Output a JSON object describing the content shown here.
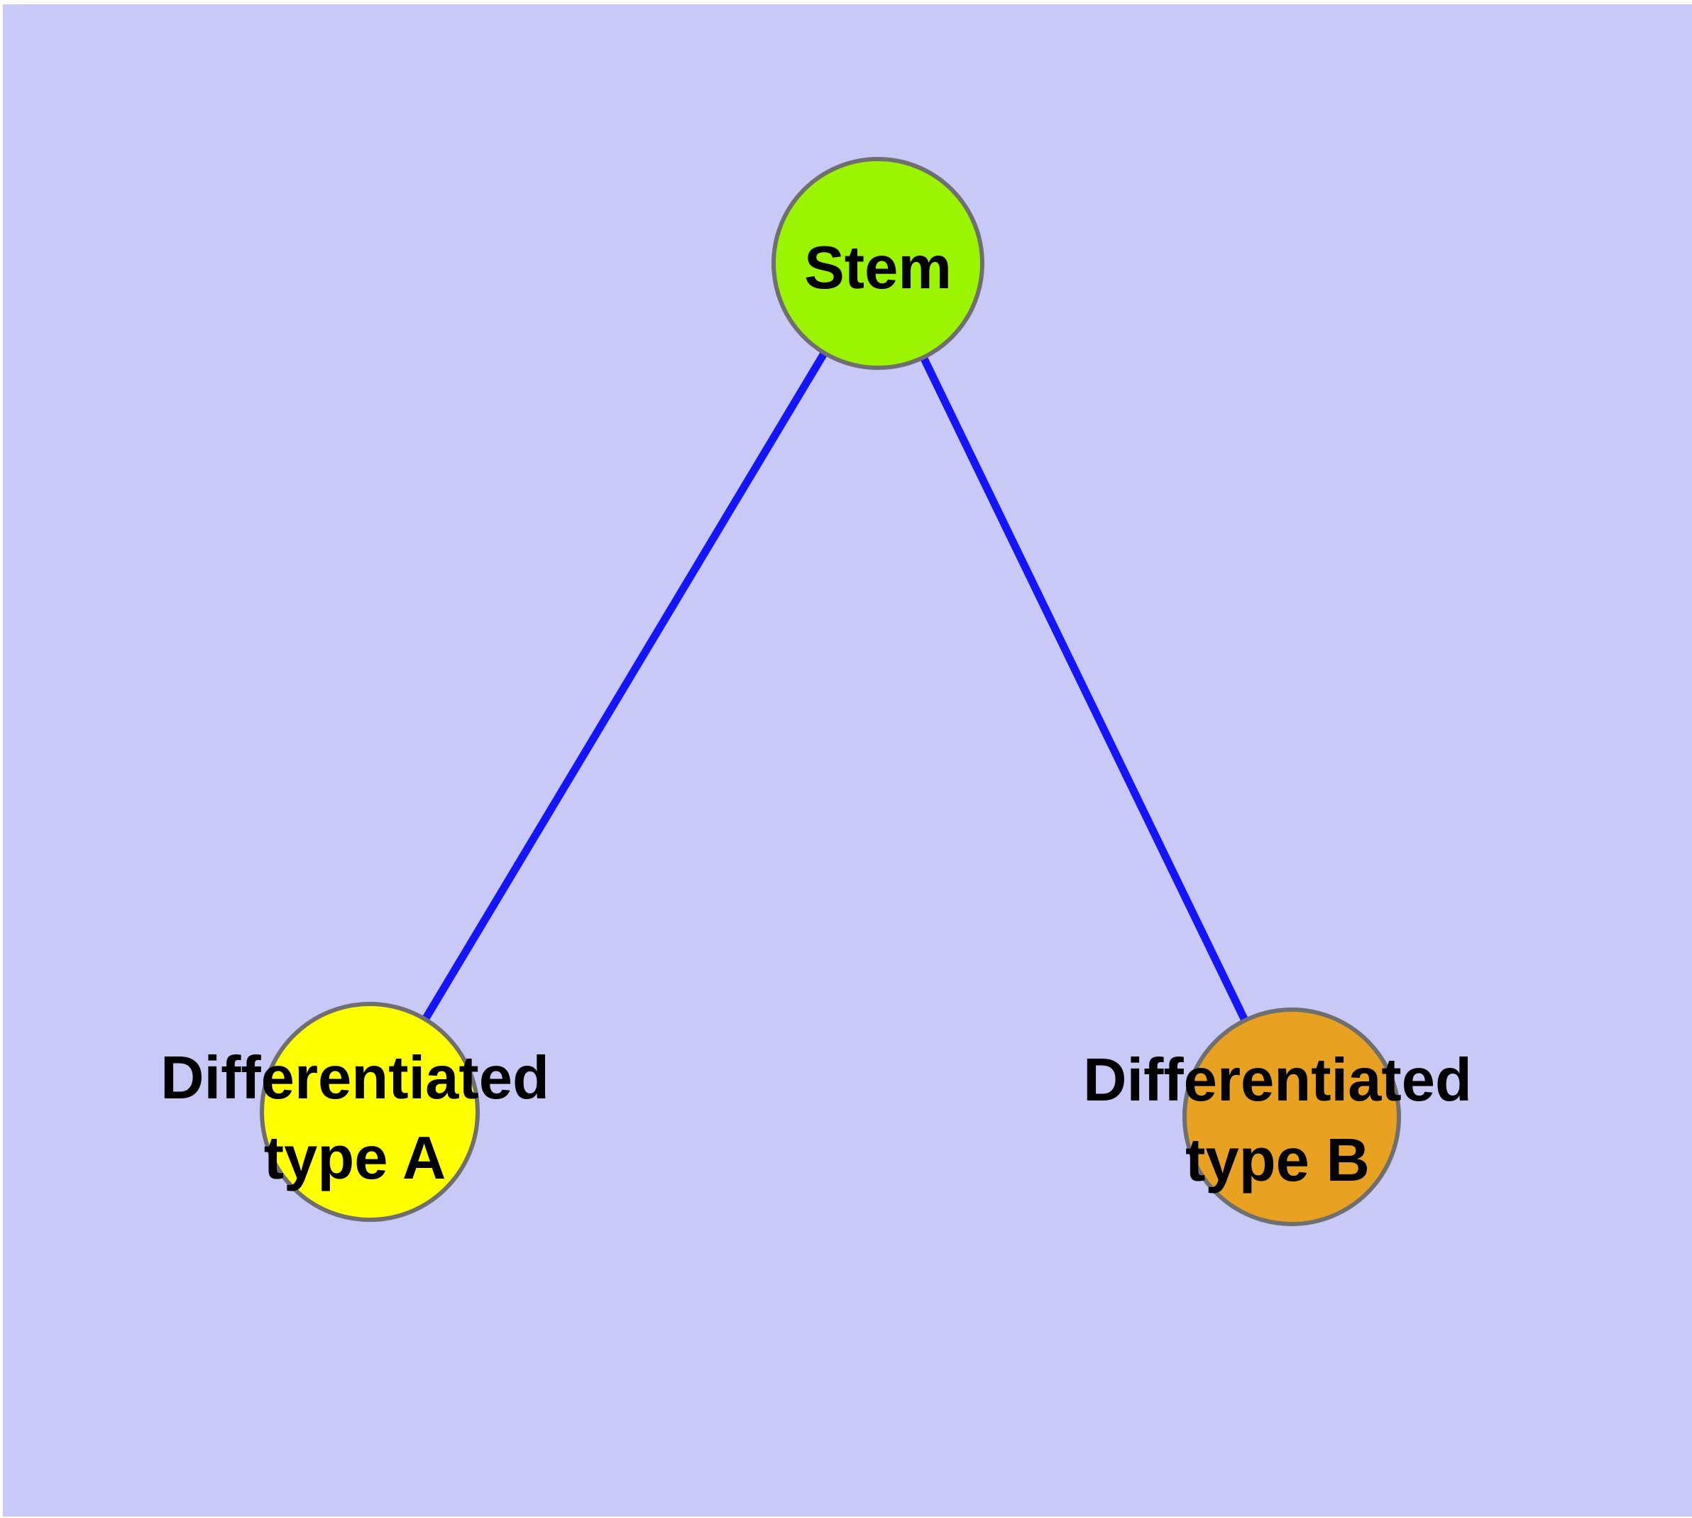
{
  "diagram": {
    "type": "node-link-graph",
    "background_color": "#C9C9F8",
    "margin_color": "#FFFFFF",
    "edge_color": "#1414FF",
    "node_border_color": "#6F6F6F",
    "label_color": "#000000",
    "nodes": [
      {
        "id": "stem",
        "label": "Stem",
        "fill": "#9BF500"
      },
      {
        "id": "differentiated-type-a",
        "label": "Differentiated type A",
        "label_line1": "Differentiated",
        "label_line2": "type A",
        "fill": "#FFFF00"
      },
      {
        "id": "differentiated-type-b",
        "label": "Differentiated type B",
        "label_line1": "Differentiated",
        "label_line2": "type B",
        "fill": "#E8A120"
      }
    ],
    "edges": [
      {
        "from": "Stem",
        "to": "Differentiated type A"
      },
      {
        "from": "Stem",
        "to": "Differentiated type B"
      }
    ]
  }
}
